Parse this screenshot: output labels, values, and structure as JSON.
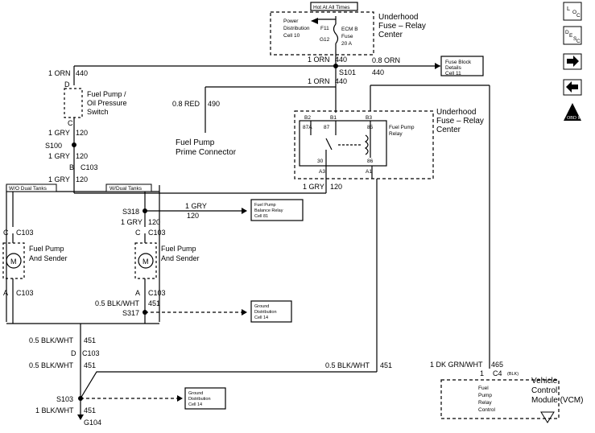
{
  "hot_at_all_times": "Hot At All Times",
  "underhood_fuse_relay_center_top": [
    "Underhood",
    "Fuse – Relay",
    "Center"
  ],
  "power_distribution_cell": [
    "Power",
    "Distribution",
    "Cell 10"
  ],
  "fuse": {
    "terminal_top": "F11",
    "terminal_bottom": "G12",
    "label": [
      "ECM B",
      "Fuse",
      "20 A"
    ]
  },
  "circuit_1orn_440": [
    "1 ORN",
    "440"
  ],
  "circuit_08orn_440": [
    "0.8 ORN",
    "440"
  ],
  "s101": "S101",
  "fuse_block_details": [
    "Fuse Block",
    "Details",
    "Cell 11"
  ],
  "oil_pressure_switch": {
    "label": [
      "Fuel Pump /",
      "Oil Pressure",
      "Switch"
    ],
    "terminal_top": "D",
    "terminal_bottom": "C"
  },
  "circuit_08red_490": [
    "0.8 RED",
    "490"
  ],
  "prime_connector": [
    "Fuel Pump",
    "Prime Connector"
  ],
  "underhood_fuse_relay_center_mid": [
    "Underhood",
    "Fuse – Relay",
    "Center"
  ],
  "relay": {
    "pins": {
      "b2": "B2",
      "b1": "B1",
      "b3": "B3",
      "a3": "A3",
      "a1": "A1"
    },
    "terminals": {
      "t87a": "87A",
      "t87": "87",
      "t85": "85",
      "t30": "30",
      "t86": "86"
    },
    "label": [
      "Fuel Pump",
      "Relay"
    ]
  },
  "circuit_1gry_120": [
    "1 GRY",
    "120"
  ],
  "s100": "S100",
  "c103": "C103",
  "term_b": "B",
  "term_c": "C",
  "term_a": "A",
  "term_d": "D",
  "wo_dual_tanks": "W/O Dual Tanks",
  "w_dual_tanks": "W/Dual Tanks",
  "s318": "S318",
  "balance_relay": [
    "Fuel Pump",
    "Balance Relay",
    "Cell 81"
  ],
  "fuel_pump_sender": [
    "Fuel Pump",
    "And Sender"
  ],
  "motor_symbol": "M",
  "circuit_05blkwht_451": [
    "0.5 BLK/WHT",
    "451"
  ],
  "circuit_1blkwht_451": [
    "1 BLK/WHT",
    "451"
  ],
  "s317": "S317",
  "s103": "S103",
  "g104": "G104",
  "ground_distribution": [
    "Ground",
    "Distribution",
    "Cell 14"
  ],
  "circuit_1dkgrnwht_465": [
    "1 DK GRN/WHT",
    "465"
  ],
  "c4": {
    "pin": "1",
    "connector": "C4",
    "color": "(BLK)"
  },
  "vcm_internal": [
    "Fuel",
    "Pump",
    "Relay",
    "Control"
  ],
  "vcm": [
    "Vehicle",
    "Control",
    "Module (VCM)"
  ],
  "nav": {
    "loc_icon": "L O C",
    "desc_icon": "D E S C",
    "ob2_icon": "OBD II"
  }
}
